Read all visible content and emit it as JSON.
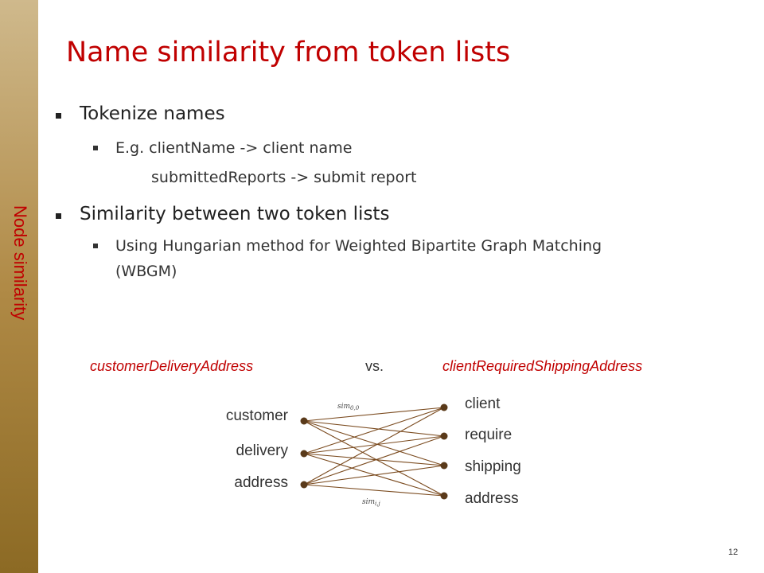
{
  "side_title": "Node similarity",
  "title": "Name similarity from token lists",
  "bullets": {
    "tokenize": "Tokenize names",
    "example_1": "E.g. clientName -> client name",
    "example_2": "submittedReports -> submit report",
    "similarity": "Similarity between two token lists",
    "hungarian_1": "Using Hungarian method for Weighted Bipartite Graph Matching",
    "hungarian_2": "(WBGM)"
  },
  "comparison": {
    "left_name": "customerDeliveryAddress",
    "vs": "vs.",
    "right_name": "clientRequiredShippingAddress"
  },
  "graph": {
    "left_tokens": [
      "customer",
      "delivery",
      "address"
    ],
    "right_tokens": [
      "client",
      "require",
      "shipping",
      "address"
    ],
    "label_top_base": "sim",
    "label_top_sub": "0,0",
    "label_bottom_base": "sim",
    "label_bottom_sub": "i,j"
  },
  "colors": {
    "accent": "#c00000",
    "edge": "#7a4a1e",
    "node": "#5a3a1a"
  },
  "slide_number": "12"
}
